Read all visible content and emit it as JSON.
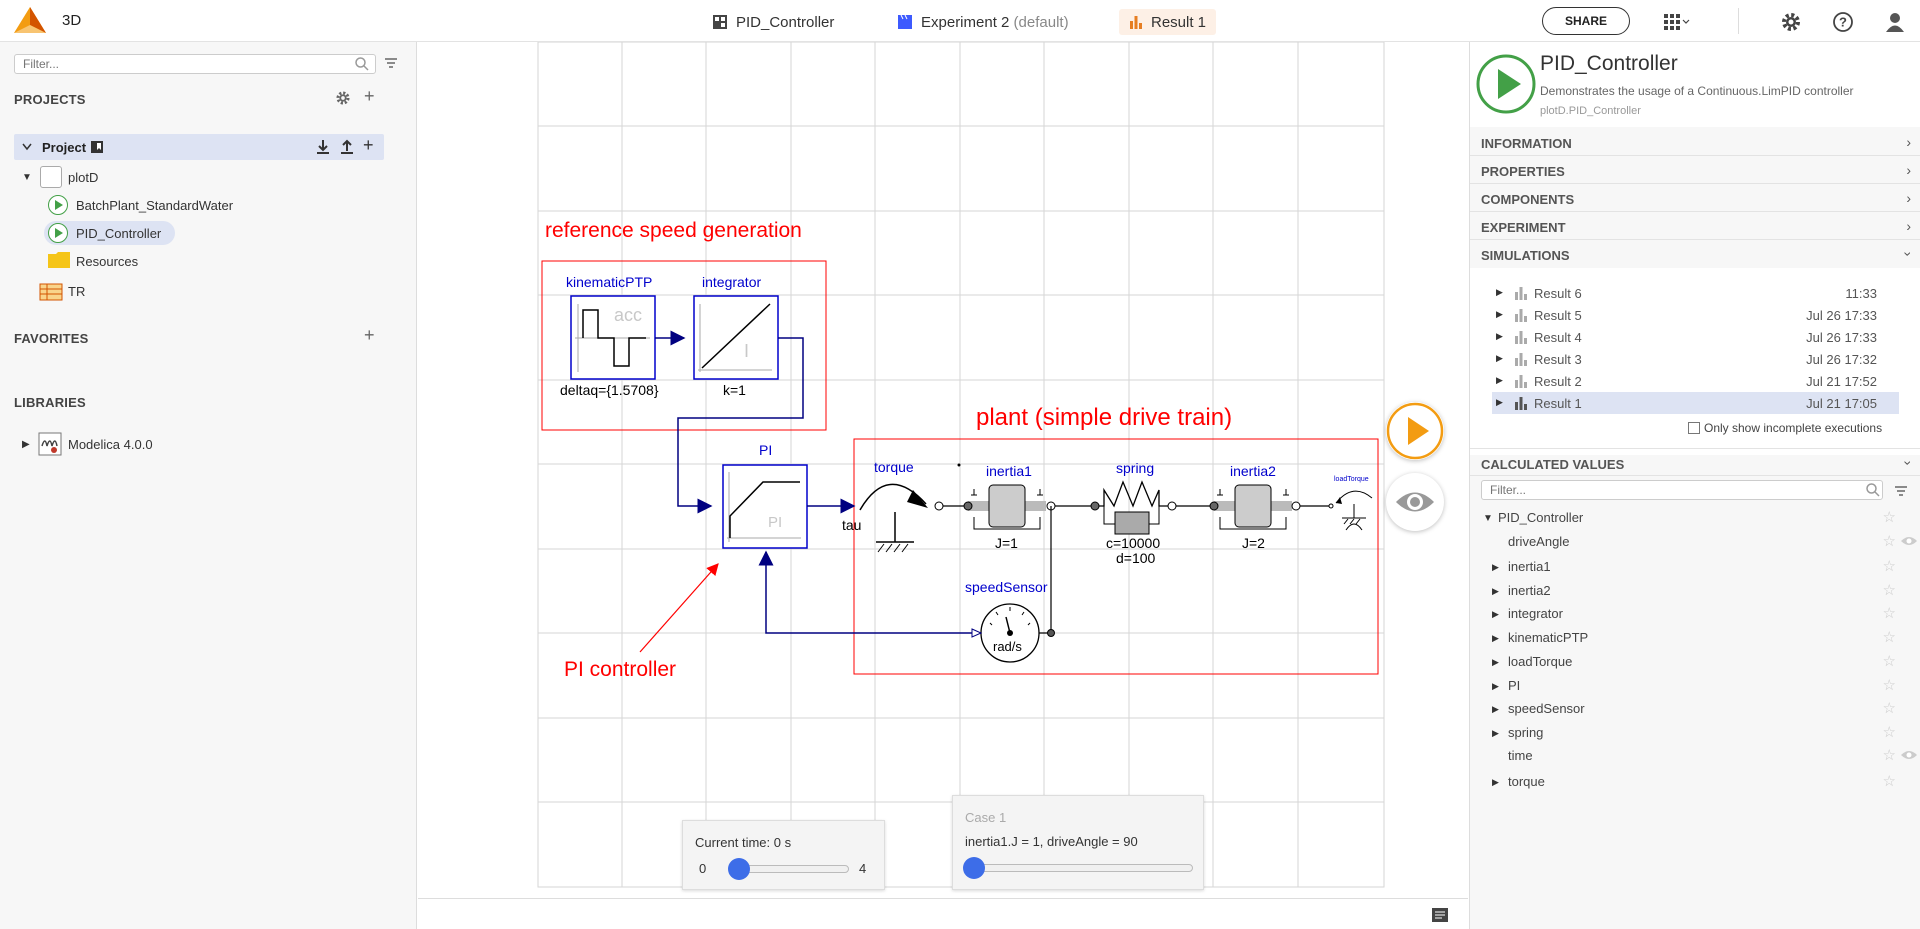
{
  "app": {
    "title": "3D"
  },
  "tabs": [
    {
      "label": "PID_Controller",
      "suffix": "",
      "icon": "model-icon"
    },
    {
      "label": "Experiment 2",
      "suffix": " (default)",
      "icon": "clapper-icon"
    },
    {
      "label": "Result 1",
      "suffix": "",
      "icon": "chart-icon"
    }
  ],
  "header": {
    "share_label": "SHARE"
  },
  "left": {
    "filter_placeholder": "Filter...",
    "projects_label": "PROJECTS",
    "project_label": "Project",
    "tree": {
      "root": "plotD",
      "items": [
        "BatchPlant_StandardWater",
        "PID_Controller",
        "Resources"
      ],
      "tr": "TR"
    },
    "favorites_label": "FAVORITES",
    "libraries_label": "LIBRARIES",
    "library_item": "Modelica 4.0.0"
  },
  "diagram": {
    "labels": {
      "ref_group": "reference speed generation",
      "plant_group": "plant (simple drive train)",
      "pi_note": "PI controller",
      "kinematic": "kinematicPTP",
      "kinematic_param": "deltaq={1.5708}",
      "kinematic_icon": "acc",
      "integrator": "integrator",
      "integrator_param": "k=1",
      "integrator_icon": "I",
      "pi": "PI",
      "pi_icon": "PI",
      "torque": "torque",
      "tau": "tau",
      "inertia1": "inertia1",
      "inertia1_param": "J=1",
      "spring": "spring",
      "spring_c": "c=10000",
      "spring_d": "d=100",
      "inertia2": "inertia2",
      "inertia2_param": "J=2",
      "load_torque": "loadTorque",
      "speed_sensor": "speedSensor",
      "speed_unit": "rad/s"
    }
  },
  "time_control": {
    "label": "Current time: 0 s",
    "min": "0",
    "max": "4",
    "value": 0
  },
  "case_control": {
    "title": "Case 1",
    "text": "inertia1.J = 1, driveAngle = 90",
    "value": 0
  },
  "model_info": {
    "title": "PID_Controller",
    "description": "Demonstrates the usage of a Continuous.LimPID controller",
    "path": "plotD.PID_Controller"
  },
  "sections": [
    "INFORMATION",
    "PROPERTIES",
    "COMPONENTS",
    "EXPERIMENT",
    "SIMULATIONS"
  ],
  "simulations": [
    {
      "name": "Result 6",
      "time": "11:33"
    },
    {
      "name": "Result 5",
      "time": "Jul 26 17:33"
    },
    {
      "name": "Result 4",
      "time": "Jul 26 17:33"
    },
    {
      "name": "Result 3",
      "time": "Jul 26 17:32"
    },
    {
      "name": "Result 2",
      "time": "Jul 21 17:52"
    },
    {
      "name": "Result 1",
      "time": "Jul 21 17:05"
    }
  ],
  "incomplete_label": "Only show incomplete executions",
  "calc": {
    "label": "CALCULATED VALUES",
    "filter_placeholder": "Filter...",
    "root": "PID_Controller",
    "items": [
      "driveAngle",
      "inertia1",
      "inertia2",
      "integrator",
      "kinematicPTP",
      "loadTorque",
      "PI",
      "speedSensor",
      "spring",
      "time",
      "torque"
    ]
  },
  "colors": {
    "accent": "#f39c12",
    "selection": "#dde3f3",
    "diagram_blue": "#0000cc",
    "diagram_red": "#ff0000",
    "run_green": "#43a047"
  }
}
